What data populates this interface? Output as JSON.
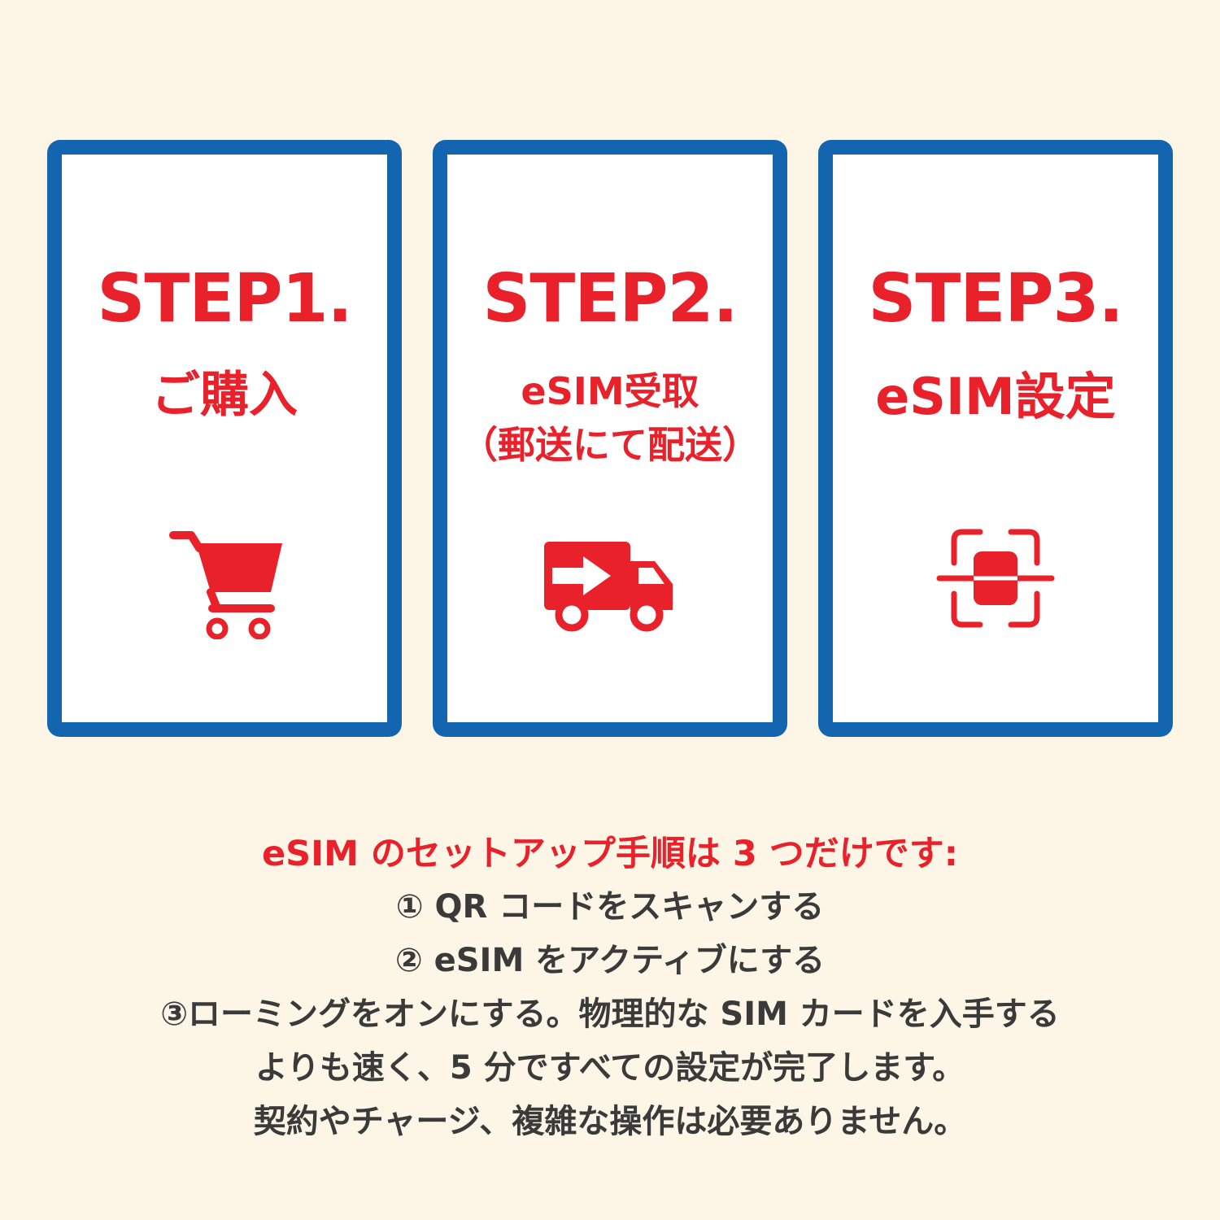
{
  "steps": [
    {
      "title": "STEP1.",
      "subtitle_lines": [
        "ご購入"
      ],
      "icon": "shopping-cart-icon"
    },
    {
      "title": "STEP2.",
      "subtitle_lines": [
        "eSIM受取",
        "（郵送にて配送）"
      ],
      "icon": "delivery-truck-icon"
    },
    {
      "title": "STEP3.",
      "subtitle_lines": [
        "eSIM設定"
      ],
      "icon": "scan-icon"
    }
  ],
  "caption": {
    "title": "eSIM のセットアップ手順は 3 つだけです:",
    "lines": [
      "① QR コードをスキャンする",
      "② eSIM をアクティブにする",
      "③ローミングをオンにする。物理的な SIM カードを入手する",
      "よりも速く、5 分ですべての設定が完了します。",
      "契約やチャージ、複雑な操作は必要ありません。"
    ]
  },
  "colors": {
    "background": "#fdf5e6",
    "card_border": "#1465b0",
    "accent_red": "#e8212a",
    "body_text": "#3a3a3a"
  }
}
